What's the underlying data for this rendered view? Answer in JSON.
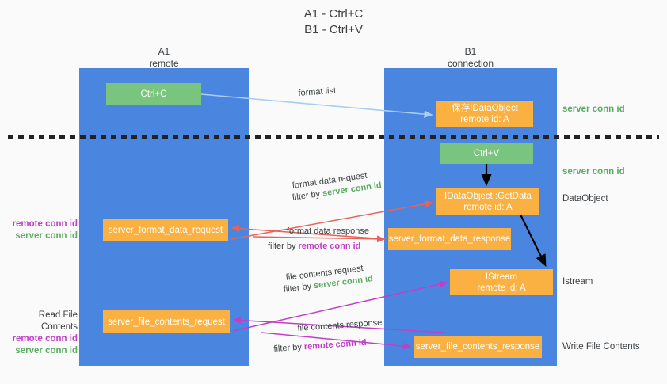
{
  "title": "A1 - Ctrl+C\nB1 - Ctrl+V",
  "columns": {
    "left": {
      "name": "A1",
      "sub": "remote",
      "header": "A1\nremote"
    },
    "right": {
      "name": "B1",
      "sub": "connection",
      "header": "B1\nconnection"
    }
  },
  "nodes": {
    "ctrl_c": "Ctrl+C",
    "save_idataobject": "保存IDataObject\nremote id: A",
    "ctrl_v": "Ctrl+V",
    "getdata": "IDataObject::GetData\nremote id: A",
    "server_format_data_request": "server_format_data_request",
    "server_format_data_response": "server_format_data_response",
    "istream": "IStream\nremote id: A",
    "server_file_contents_request": "server_file_contents_request",
    "server_file_contents_response": "server_file_contents_response"
  },
  "side_labels": {
    "server_conn_id_top": "server conn id",
    "server_conn_id_mid": "server conn id",
    "dataobject": "DataObject",
    "istream": "Istream",
    "write_file_contents": "Write File Contents",
    "left_block_1": "remote conn id\nserver conn id",
    "left_block_2_title": "Read File Contents",
    "left_block_2": "remote conn id\nserver conn id"
  },
  "edge_labels": {
    "format_list": "format list",
    "format_data_request": "format data request",
    "format_data_request_filter_prefix": "filter by ",
    "format_data_request_filter_value": "server conn id",
    "format_data_response": "format data response",
    "format_data_response_filter_prefix": "filter by ",
    "format_data_response_filter_value": "remote conn id",
    "file_contents_request": "file contents request",
    "file_contents_request_filter_prefix": "filter by ",
    "file_contents_request_filter_value": "server conn id",
    "file_contents_response": "file contents response",
    "file_contents_response_filter_prefix": "filter by ",
    "file_contents_response_filter_value": "remote conn id"
  },
  "colors": {
    "panel_blue": "#4a86e0",
    "node_green": "#79c47e",
    "node_orange": "#fbb042",
    "server_conn_green": "#5aab63",
    "remote_conn_purple": "#c13fc7",
    "arrow_light_blue": "#a8cdf0",
    "arrow_red": "#e8625a",
    "arrow_magenta": "#c13fc7",
    "arrow_black": "#000000",
    "background": "#fafafa",
    "text_dark": "#3c4043"
  }
}
